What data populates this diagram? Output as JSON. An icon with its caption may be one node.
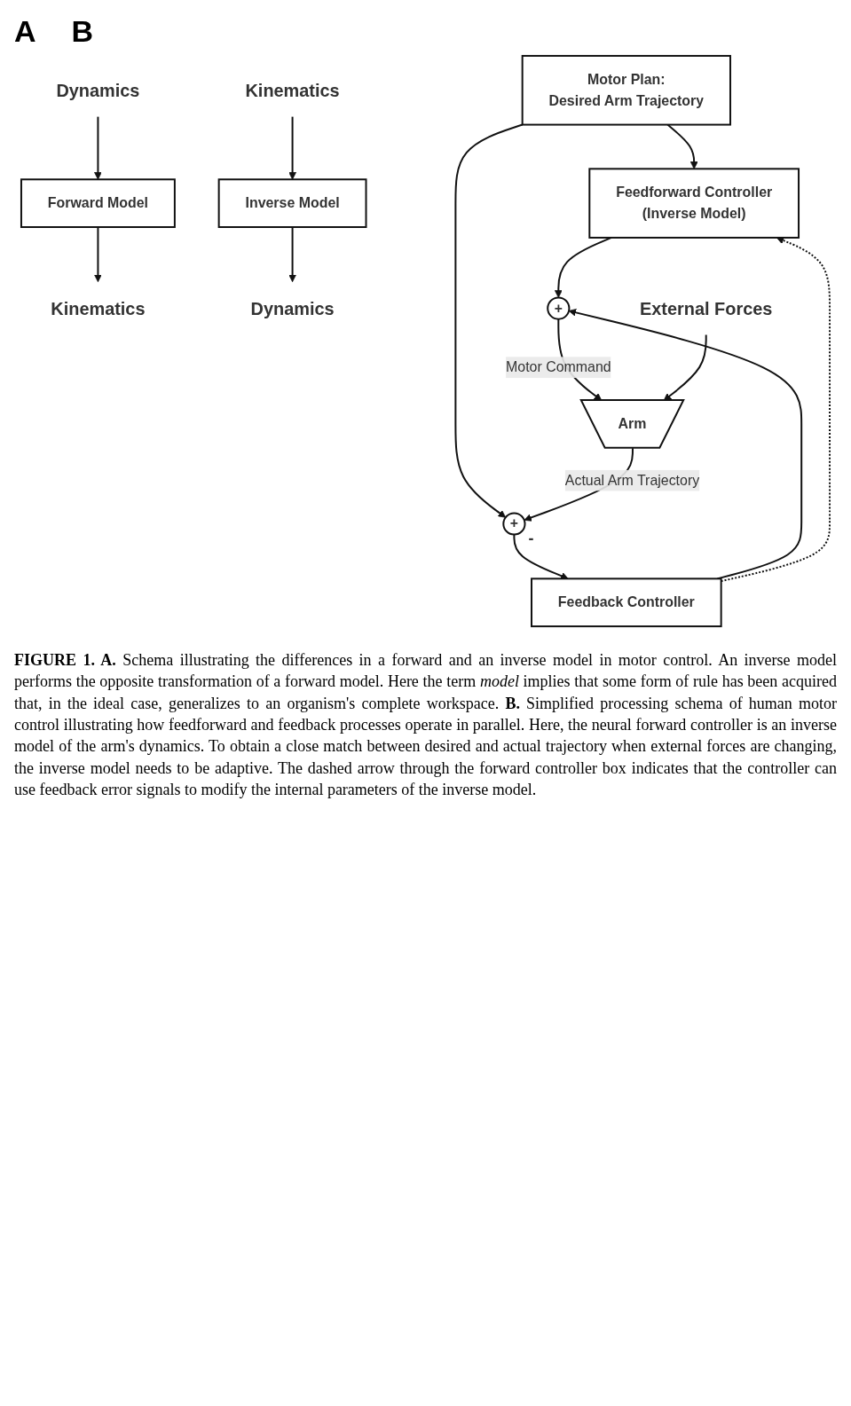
{
  "diagram": {
    "caption": "**FIGURE 1. A.** Schema illustrating the differences in a forward and an inverse model in motor control. An inverse model performs the opposite transformation of a forward model. Here the term *model* implies that some form of rule has been acquired that, in the ideal case, generalizes to an organism's complete workspace. **B.** Simplified processing schema of human motor control illustrating how feedforward and feedback processes operate in parallel. Here, the neural forward controller is an inverse model of the arm's dynamics. To obtain a close match between desired and actual trajectory when external forces are changing, the inverse model needs to be adaptive. The dashed arrow through the forward controller box indicates that the controller can use feedback error signals to modify the internal parameters of the inverse model.",
    "nodes": [
      {
        "text": [
          "Dynamics"
        ]
      },
      {
        "text": [
          "Forward Model"
        ]
      },
      {
        "text": [
          "Kinematics"
        ]
      },
      {
        "text": [
          "Dynamics"
        ]
      },
      {
        "text": [
          "Inverse Model"
        ]
      },
      {
        "text": [
          "Kinematics"
        ]
      },
      {
        "text": [
          "Motor Plan:",
          "Desired Arm Trajectory"
        ]
      },
      {
        "text": [
          "Feedforward Controller",
          "(Inverse Model)"
        ]
      },
      {
        "text": [
          "+"
        ],
        "beside": [
          "-"
        ]
      },
      {
        "text": [
          "Feedback Controller"
        ]
      },
      {
        "text": [
          "+"
        ]
      },
      {
        "text": [
          "Arm"
        ]
      },
      {
        "text": [
          "External Forces"
        ]
      }
    ],
    "edges": [
      {
        "from": 0,
        "to": 1,
        "arrow": "to"
      },
      {
        "from": 1,
        "to": 2,
        "arrow": "to"
      },
      {
        "from": 4,
        "to": 3,
        "arrow": "to"
      },
      {
        "from": 5,
        "to": 4,
        "arrow": "to"
      },
      {
        "from": 6,
        "to": 7,
        "arrow": "to"
      },
      {
        "from": 6,
        "to": 8,
        "arrow": "to"
      },
      {
        "from": 8,
        "to": 9,
        "arrow": "to"
      },
      {
        "from": 9,
        "to": 10,
        "arrow": "to"
      },
      {
        "from": 7,
        "to": 10,
        "arrow": "to"
      },
      {
        "from": 10,
        "to": 11,
        "arrow": "to",
        "label": "Motor Command"
      },
      {
        "from": 12,
        "to": 11,
        "arrow": "to"
      },
      {
        "from": 11,
        "to": 8,
        "arrow": "to",
        "label": "Actual Arm Trajectory"
      },
      {
        "from": 9,
        "to": 7,
        "arrow": "to",
        "style": "dashed"
      }
    ],
    "labels": [
      "A",
      "B"
    ]
  }
}
